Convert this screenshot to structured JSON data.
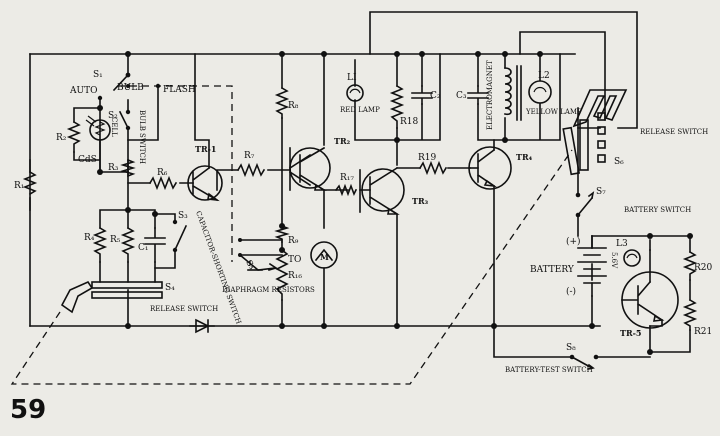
{
  "page_number": "59",
  "labels": {
    "s1": "S₁",
    "auto": "AUTO",
    "bulb": "BULB",
    "flash": "FLASH",
    "s2": "S₂",
    "bulb_switch": "BULB SWITCH",
    "cell": "CELL",
    "cds": "CdS",
    "r2": "R₂",
    "r1": "R₁",
    "r3": "R₃",
    "r4": "R₄",
    "r5": "R₅",
    "c1": "C₁",
    "s3": "S₃",
    "cap_switch": "CAPACITOR-SHORTING SWITCH",
    "s4": "S₄",
    "release_switch_left": "RELEASE SWITCH",
    "r6": "R₆",
    "tr1": "TR-1",
    "r7": "R₇",
    "r8": "R₈",
    "r9": "R₉",
    "to": "TO",
    "r16": "R₁₆",
    "s5": "S₅",
    "diaphragm_resistors": "DIAPHRAGM RESISTORS",
    "tr2": "TR₂",
    "r17": "R₁₇",
    "tr3": "TR₃",
    "m": "M",
    "l1": "LI",
    "red_lamp": "RED LAMP",
    "r18": "R18",
    "c2": "C₂",
    "c3": "C₃",
    "electromagnet": "ELECTROMAGNET",
    "l2": "L2",
    "yellow_lamp": "YELLOW LAMP",
    "r19": "R19",
    "tr4": "TR₄",
    "m_logo": "M",
    "release_switch_right": "RELEASE SWITCH",
    "s6": "S₆",
    "s7": "S₇",
    "battery_switch": "BATTERY SWITCH",
    "plus": "(+)",
    "minus": "(-)",
    "battery": "BATTERY",
    "voltage": "5.6V",
    "l3": "L3",
    "r20": "R20",
    "r21": "R21",
    "tr5": "TR-5",
    "s8": "S₈",
    "battery_test_switch": "BATTERY-TEST SWITCH"
  }
}
